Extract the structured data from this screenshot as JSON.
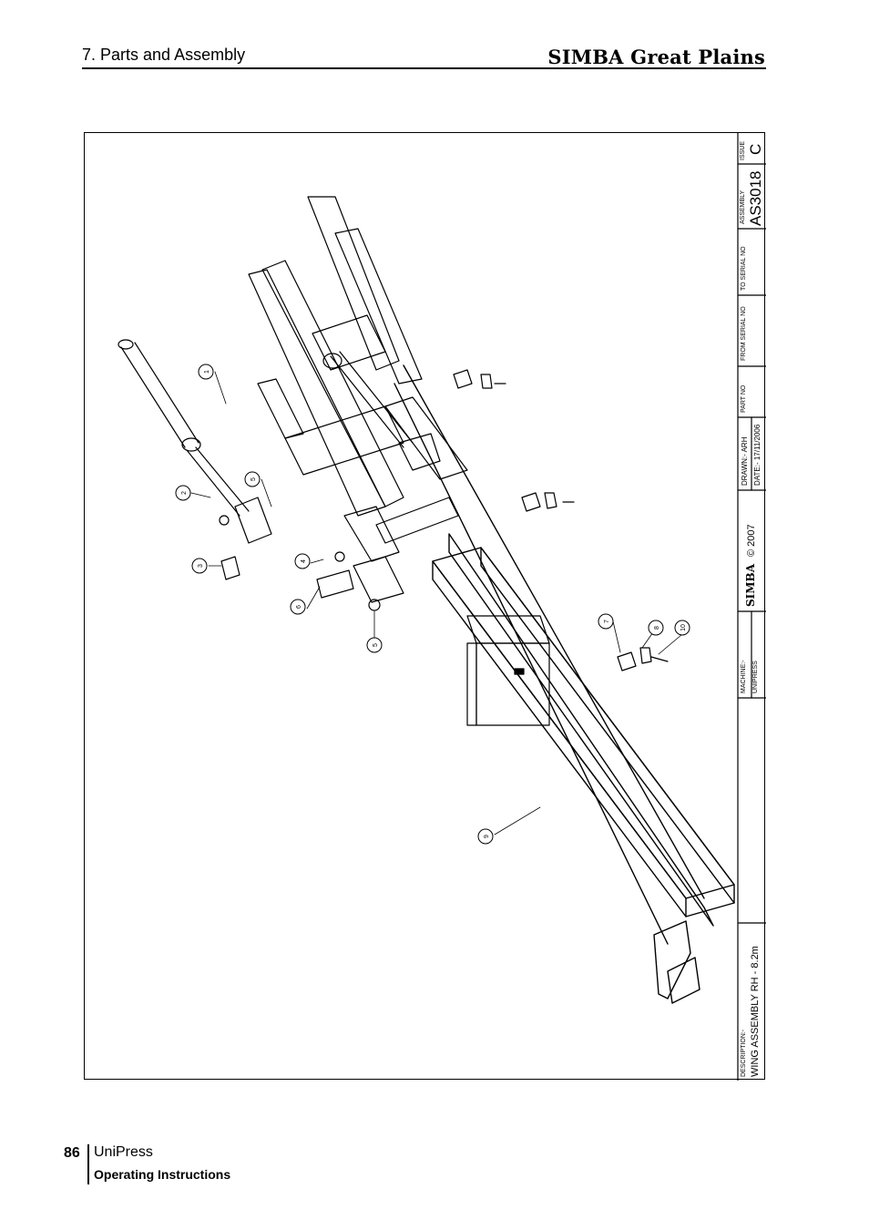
{
  "header": {
    "section": "7. Parts and Assembly",
    "brand": "SIMBA Great Plains"
  },
  "title_block": {
    "description_label": "DESCRIPTION:-",
    "description": "WING ASSEMBLY RH - 8.2m",
    "machine_label": "MACHINE:-",
    "machine": "UNIPRESS",
    "logo_text": "SIMBA",
    "copyright": "© 2007",
    "drawn": "DRAWN:- ARH",
    "date": "DATE:- 17/11/2006",
    "part_no_label": "PART NO",
    "from_serial_label": "FROM SERIAL NO",
    "to_serial_label": "TO SERIAL NO",
    "assembly_label": "ASSEMBLY",
    "assembly": "AS3018",
    "issue_label": "ISSUE",
    "issue": "C"
  },
  "callouts": [
    "1",
    "2",
    "3",
    "4",
    "5",
    "5",
    "6",
    "7",
    "8",
    "9",
    "10"
  ],
  "footer": {
    "page_number": "86",
    "product": "UniPress",
    "subtitle": "Operating Instructions"
  }
}
